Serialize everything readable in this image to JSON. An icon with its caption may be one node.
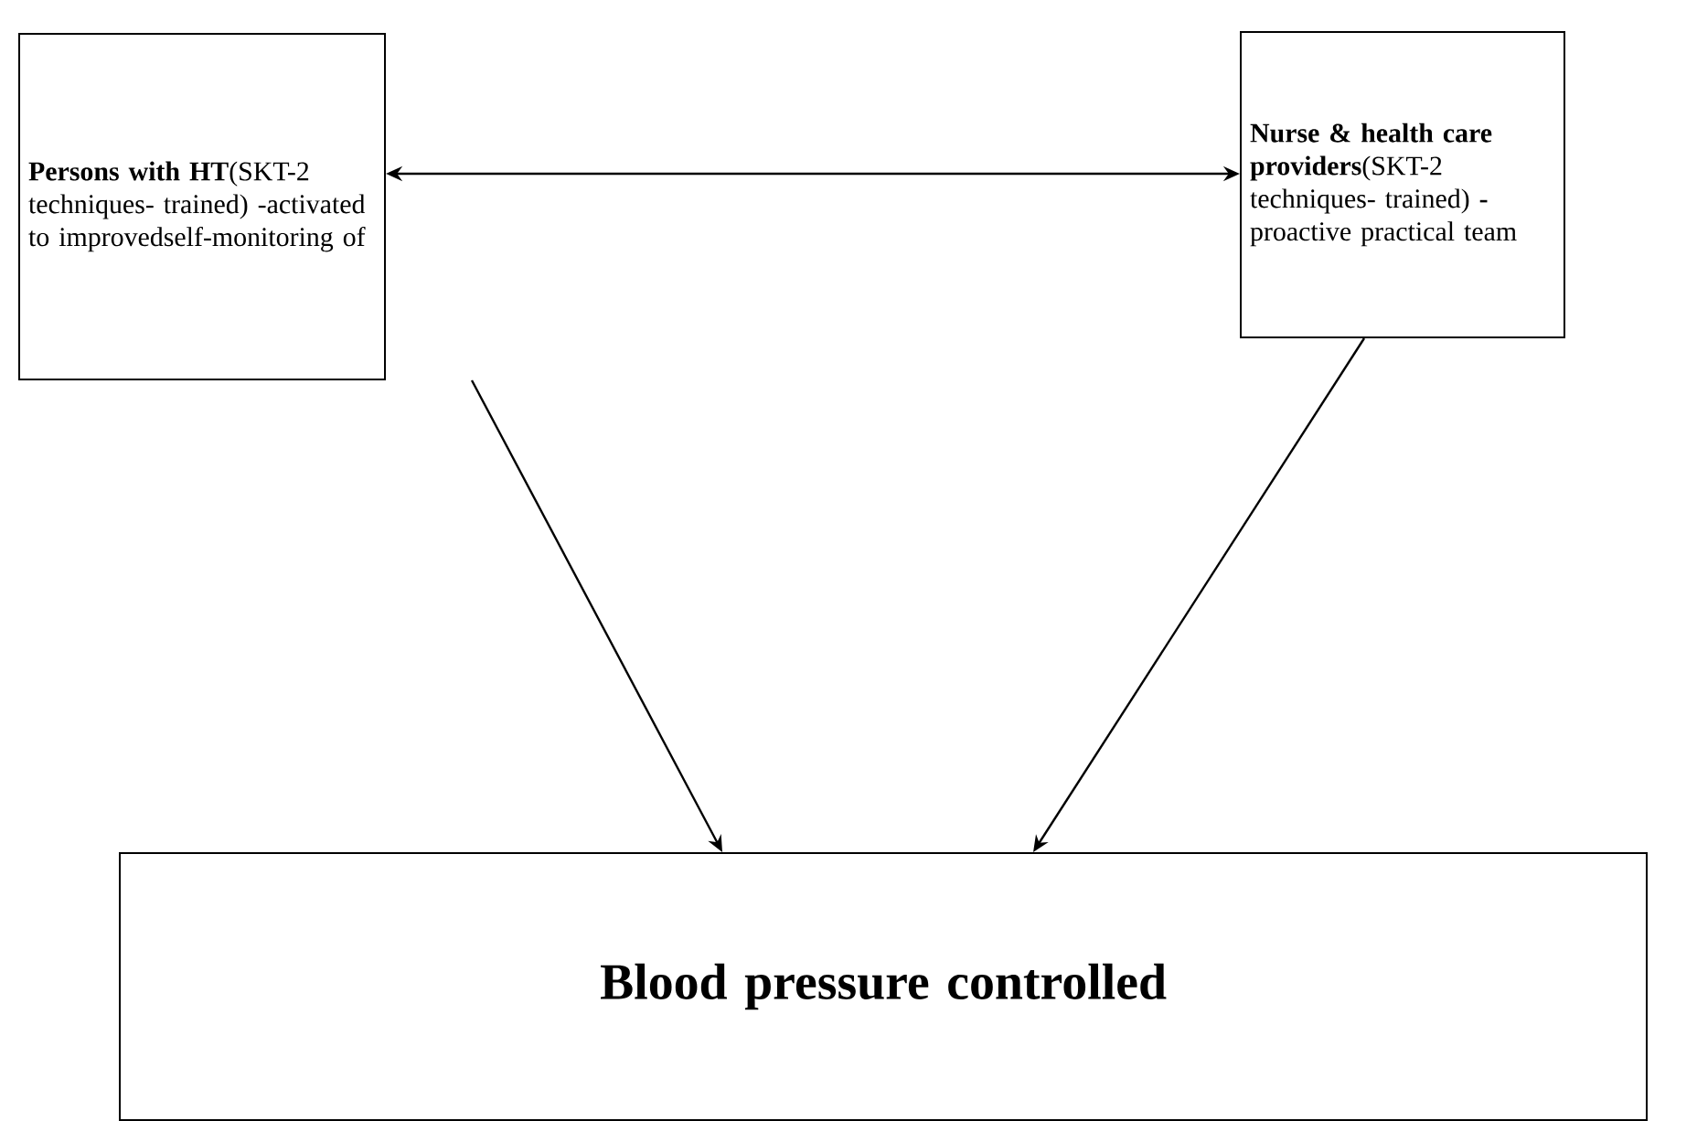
{
  "diagram": {
    "nodes": [
      {
        "text": [
          "**Persons with HT**(SKT-2 techniques- trained) -activated to improvedself-monitoring of"
        ]
      },
      {
        "text": [
          "**Nurse & health care providers**(SKT-2 techniques- trained) **-** proactive practical team"
        ]
      },
      {
        "text": [
          "Blood pressure controlled"
        ]
      }
    ],
    "edges": [
      {
        "from": 0,
        "to": 1,
        "arrow": "both"
      },
      {
        "from": 0,
        "to": 2,
        "arrow": "to"
      },
      {
        "from": 1,
        "to": 2,
        "arrow": "to"
      }
    ]
  }
}
